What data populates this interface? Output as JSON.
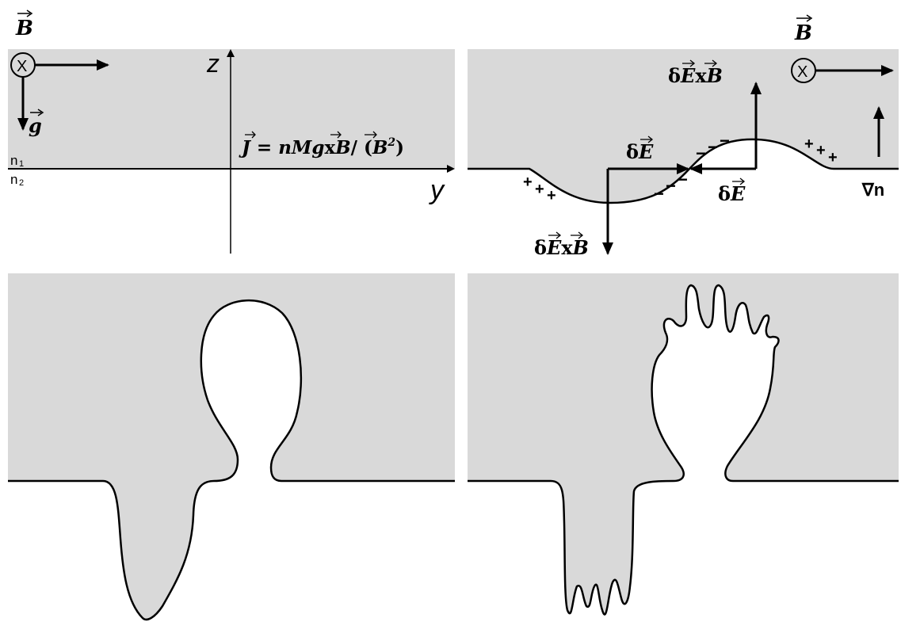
{
  "labels": {
    "b_field": "B",
    "b_field_right": "B",
    "cross_symbol": "X",
    "gravity": "g",
    "n1": "n",
    "n1_sub": "1",
    "n2": "n",
    "n2_sub": "2",
    "z_axis": "z",
    "y_axis": "y",
    "current_eq": {
      "J": "J",
      "eq": " = ",
      "nM": "nM",
      "g": "g",
      "x": "x",
      "B": "B",
      "slash": "/ (",
      "B2": "B",
      "sup": "2",
      "close": ")"
    },
    "dExB_top": {
      "d": "δ",
      "E": "E",
      "x": "x",
      "B": "B"
    },
    "dExB_bottom": {
      "d": "δ",
      "E": "E",
      "x": "x",
      "B": "B"
    },
    "dE_left": {
      "d": "δ",
      "E": "E"
    },
    "dE_right": {
      "d": "δ",
      "E": "E"
    },
    "grad_n": "∇n",
    "plus_signs": "+",
    "minus_signs": "−"
  },
  "colors": {
    "plasma_fill": "#d9d9d9",
    "background": "#ffffff",
    "ink": "#000000"
  }
}
